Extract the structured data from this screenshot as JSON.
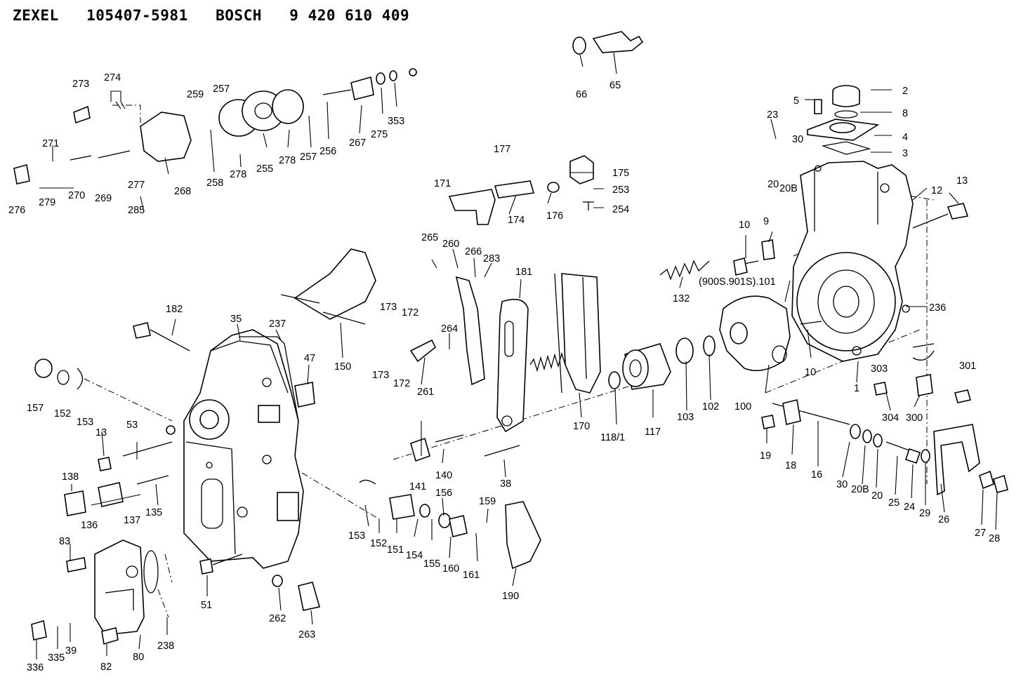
{
  "header": {
    "title": "ZEXEL   105407-5981   BOSCH   9 420 610 409"
  },
  "callouts": [
    {
      "id": "273",
      "label": "273"
    },
    {
      "id": "274",
      "label": "274"
    },
    {
      "id": "259",
      "label": "259"
    },
    {
      "id": "257a",
      "label": "257"
    },
    {
      "id": "271",
      "label": "271"
    },
    {
      "id": "276",
      "label": "276"
    },
    {
      "id": "279",
      "label": "279"
    },
    {
      "id": "270",
      "label": "270"
    },
    {
      "id": "269",
      "label": "269"
    },
    {
      "id": "277",
      "label": "277"
    },
    {
      "id": "285",
      "label": "285"
    },
    {
      "id": "268",
      "label": "268"
    },
    {
      "id": "258",
      "label": "258"
    },
    {
      "id": "278a",
      "label": "278"
    },
    {
      "id": "255",
      "label": "255"
    },
    {
      "id": "278b",
      "label": "278"
    },
    {
      "id": "257b",
      "label": "257"
    },
    {
      "id": "256",
      "label": "256"
    },
    {
      "id": "267",
      "label": "267"
    },
    {
      "id": "275",
      "label": "275"
    },
    {
      "id": "353",
      "label": "353"
    },
    {
      "id": "66",
      "label": "66"
    },
    {
      "id": "65",
      "label": "65"
    },
    {
      "id": "2",
      "label": "2"
    },
    {
      "id": "5",
      "label": "5"
    },
    {
      "id": "8",
      "label": "8"
    },
    {
      "id": "23",
      "label": "23"
    },
    {
      "id": "4",
      "label": "4"
    },
    {
      "id": "30a",
      "label": "30"
    },
    {
      "id": "3",
      "label": "3"
    },
    {
      "id": "20a",
      "label": "20"
    },
    {
      "id": "20Ba",
      "label": "20B"
    },
    {
      "id": "12",
      "label": "12"
    },
    {
      "id": "13a",
      "label": "13"
    },
    {
      "id": "177",
      "label": "177"
    },
    {
      "id": "175",
      "label": "175"
    },
    {
      "id": "171",
      "label": "171"
    },
    {
      "id": "253",
      "label": "253"
    },
    {
      "id": "254",
      "label": "254"
    },
    {
      "id": "174",
      "label": "174"
    },
    {
      "id": "176",
      "label": "176"
    },
    {
      "id": "10a",
      "label": "10"
    },
    {
      "id": "9",
      "label": "9"
    },
    {
      "id": "265",
      "label": "265"
    },
    {
      "id": "260",
      "label": "260"
    },
    {
      "id": "266",
      "label": "266"
    },
    {
      "id": "283",
      "label": "283"
    },
    {
      "id": "181",
      "label": "181"
    },
    {
      "id": "132",
      "label": "132"
    },
    {
      "id": "101",
      "label": "(900S.901S).101"
    },
    {
      "id": "236",
      "label": "236"
    },
    {
      "id": "182",
      "label": "182"
    },
    {
      "id": "35",
      "label": "35"
    },
    {
      "id": "237",
      "label": "237"
    },
    {
      "id": "173a",
      "label": "173"
    },
    {
      "id": "172a",
      "label": "172"
    },
    {
      "id": "264",
      "label": "264"
    },
    {
      "id": "47",
      "label": "47"
    },
    {
      "id": "150",
      "label": "150"
    },
    {
      "id": "173b",
      "label": "173"
    },
    {
      "id": "172b",
      "label": "172"
    },
    {
      "id": "261",
      "label": "261"
    },
    {
      "id": "157",
      "label": "157"
    },
    {
      "id": "152a",
      "label": "152"
    },
    {
      "id": "153a",
      "label": "153"
    },
    {
      "id": "10b",
      "label": "10"
    },
    {
      "id": "303",
      "label": "303"
    },
    {
      "id": "301",
      "label": "301"
    },
    {
      "id": "1",
      "label": "1"
    },
    {
      "id": "100",
      "label": "100"
    },
    {
      "id": "102",
      "label": "102"
    },
    {
      "id": "103",
      "label": "103"
    },
    {
      "id": "117",
      "label": "117"
    },
    {
      "id": "118",
      "label": "118/1"
    },
    {
      "id": "170",
      "label": "170"
    },
    {
      "id": "304",
      "label": "304"
    },
    {
      "id": "300",
      "label": "300"
    },
    {
      "id": "53",
      "label": "53"
    },
    {
      "id": "13b",
      "label": "13"
    },
    {
      "id": "141",
      "label": "141"
    },
    {
      "id": "140",
      "label": "140"
    },
    {
      "id": "38",
      "label": "38"
    },
    {
      "id": "19",
      "label": "19"
    },
    {
      "id": "18",
      "label": "18"
    },
    {
      "id": "16",
      "label": "16"
    },
    {
      "id": "30b",
      "label": "30"
    },
    {
      "id": "20Bb",
      "label": "20B"
    },
    {
      "id": "20b",
      "label": "20"
    },
    {
      "id": "25",
      "label": "25"
    },
    {
      "id": "24",
      "label": "24"
    },
    {
      "id": "29",
      "label": "29"
    },
    {
      "id": "26",
      "label": "26"
    },
    {
      "id": "27",
      "label": "27"
    },
    {
      "id": "28",
      "label": "28"
    },
    {
      "id": "138",
      "label": "138"
    },
    {
      "id": "136",
      "label": "136"
    },
    {
      "id": "137",
      "label": "137"
    },
    {
      "id": "135",
      "label": "135"
    },
    {
      "id": "156",
      "label": "156"
    },
    {
      "id": "159",
      "label": "159"
    },
    {
      "id": "153b",
      "label": "153"
    },
    {
      "id": "152b",
      "label": "152"
    },
    {
      "id": "151",
      "label": "151"
    },
    {
      "id": "154",
      "label": "154"
    },
    {
      "id": "155",
      "label": "155"
    },
    {
      "id": "160",
      "label": "160"
    },
    {
      "id": "161",
      "label": "161"
    },
    {
      "id": "190",
      "label": "190"
    },
    {
      "id": "83",
      "label": "83"
    },
    {
      "id": "51",
      "label": "51"
    },
    {
      "id": "262",
      "label": "262"
    },
    {
      "id": "263",
      "label": "263"
    },
    {
      "id": "238",
      "label": "238"
    },
    {
      "id": "336",
      "label": "336"
    },
    {
      "id": "335",
      "label": "335"
    },
    {
      "id": "39",
      "label": "39"
    },
    {
      "id": "82",
      "label": "82"
    },
    {
      "id": "80",
      "label": "80"
    }
  ]
}
